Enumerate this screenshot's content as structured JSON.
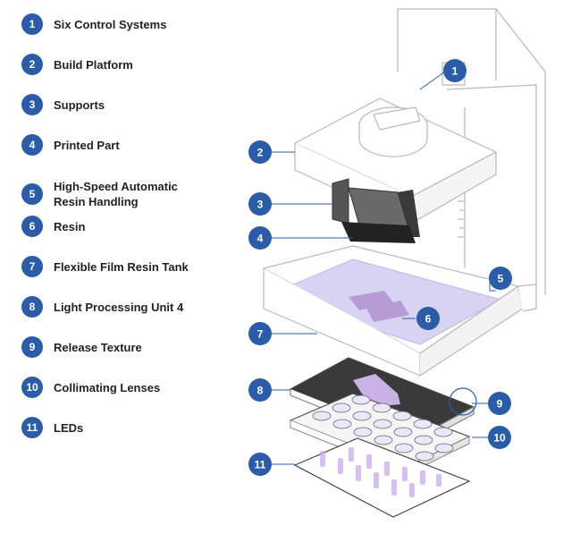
{
  "legend": [
    {
      "num": "1",
      "label": "Six Control Systems"
    },
    {
      "num": "2",
      "label": "Build Platform"
    },
    {
      "num": "3",
      "label": "Supports"
    },
    {
      "num": "4",
      "label": "Printed Part"
    },
    {
      "num": "5",
      "label": "High-Speed Automatic Resin Handling"
    },
    {
      "num": "6",
      "label": "Resin"
    },
    {
      "num": "7",
      "label": "Flexible Film Resin Tank"
    },
    {
      "num": "8",
      "label": "Light Processing Unit 4"
    },
    {
      "num": "9",
      "label": "Release Texture"
    },
    {
      "num": "10",
      "label": "Collimating Lenses"
    },
    {
      "num": "11",
      "label": "LEDs"
    }
  ],
  "colors": {
    "accent": "#2a5ca8",
    "line": "#b9b9b9",
    "resin": "#d9d3f3",
    "part": "#b79ad6",
    "led_glow": "#c9a9ea"
  }
}
